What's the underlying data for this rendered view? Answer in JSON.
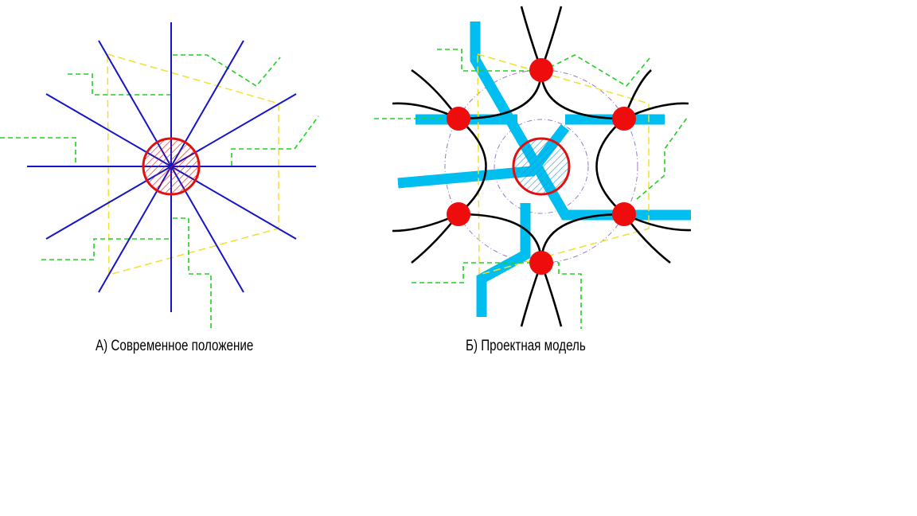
{
  "figures": [
    {
      "id": "current",
      "caption": "А) Современное положение"
    },
    {
      "id": "project",
      "caption": "Б) Проектная модель"
    }
  ],
  "colors": {
    "radial_roads": "#1515c8",
    "center_circle": "#e01010",
    "center_hatch": "#e01010",
    "project_hatch": "#1d8fd0",
    "boundary_yellow": "#f0e030",
    "boundary_green": "#22d022",
    "transit_lines": "#00bff0",
    "ring_arcs": "#000000",
    "node_points": "#ee0c0c",
    "ring_guides": "#9a7ac8"
  }
}
